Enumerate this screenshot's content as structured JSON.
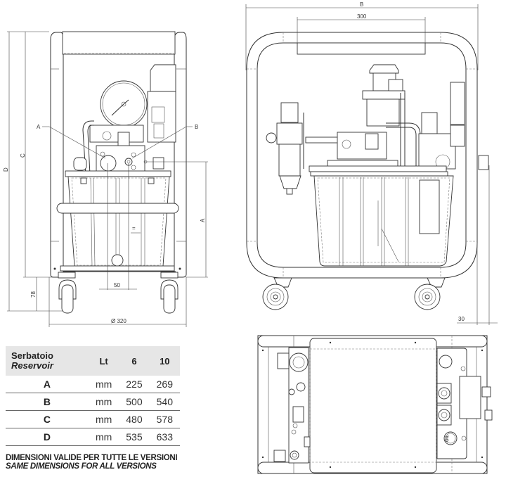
{
  "front_view": {
    "labels": {
      "A_callout": "A",
      "B_callout": "B",
      "dim_C": "C",
      "dim_D": "D",
      "dim_A": "A",
      "dim_78": "78",
      "dim_50": "50",
      "dim_320": "Ø 320",
      "equal_mark": "="
    }
  },
  "side_view": {
    "labels": {
      "dim_B": "B",
      "dim_300": "300",
      "dim_30": "30"
    }
  },
  "top_view": {
    "labels": {
      "oil_cap": "OIL"
    }
  },
  "table": {
    "header": {
      "col0_line1": "Serbatoio",
      "col0_line2": "Reservoir",
      "col1": "Lt",
      "col2": "6",
      "col3": "10"
    },
    "rows": [
      {
        "key": "A",
        "unit": "mm",
        "v6": "225",
        "v10": "269"
      },
      {
        "key": "B",
        "unit": "mm",
        "v6": "500",
        "v10": "540"
      },
      {
        "key": "C",
        "unit": "mm",
        "v6": "480",
        "v10": "578"
      },
      {
        "key": "D",
        "unit": "mm",
        "v6": "535",
        "v10": "633"
      }
    ]
  },
  "note": {
    "it_line": "DIMENSIONI VALIDE PER TUTTE LE VERSIONI",
    "en_line": "SAME DIMENSIONS FOR ALL VERSIONS"
  }
}
